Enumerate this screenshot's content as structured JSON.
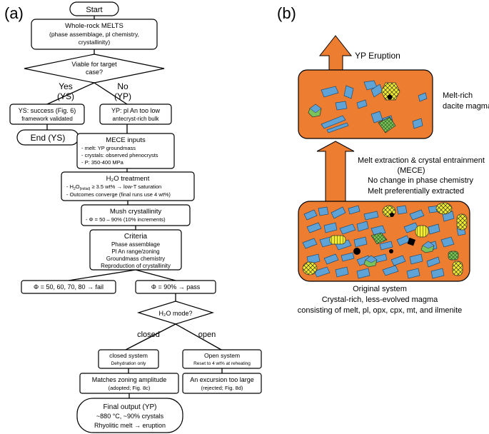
{
  "panel_a": {
    "label": "(a)",
    "start": "Start",
    "whole_rock": [
      "Whole-rock MELTS",
      "(phase assemblage, pl chemistry,",
      "crystallinity)"
    ],
    "decision": [
      "Viable for target",
      "case?"
    ],
    "yes_label": [
      "Yes",
      "(YS)"
    ],
    "no_label": [
      "No",
      "(YP)"
    ],
    "ys_box": [
      "YS: success (Fig. 6)",
      "framework validated"
    ],
    "end_ys": "End (YS)",
    "yp_box": [
      "YP: pl An too low",
      "antecryst-rich bulk"
    ],
    "mece_title": "MECE inputs",
    "mece_items": [
      "-     melt: YP groundmass",
      "-   crystals: observed phenocrysts",
      "-     P: 350-400 MPa"
    ],
    "h2o_title": "H₂O treatment",
    "h2o_item1_pre": "-     H",
    "h2o_item1_sub": "2",
    "h2o_item1_mid": "O",
    "h2o_item1_sub2": "(initial)",
    "h2o_item1_post": " ≥ 3.5 wt% → low-T saturation",
    "h2o_item2": "-  Outcomes converge (final runs use 4 wt%)",
    "mush_title": "Mush crystallinity",
    "mush_item": "-     Φ = 50 – 90% (10% increments)",
    "criteria_title": "Criteria",
    "criteria_items": [
      "Phase assemblage",
      "Pl An range/zoning",
      "Groundmass chemistry",
      "Reproduction of crystallinity"
    ],
    "fail_box": "Φ = 50, 60, 70, 80 → fail",
    "pass_box": "Φ = 90% → pass",
    "mode_decision": "H₂O mode?",
    "closed_label": "closed",
    "open_label": "open",
    "closed_box": [
      "closed system",
      "Dehydration only"
    ],
    "open_box": [
      "Open system",
      "Reset to 4 wt% at reheating"
    ],
    "matches_box": [
      "Matches zoning amplitude",
      "(adopted; Fig. 8c)"
    ],
    "excursion_box": [
      "An excursion too large",
      "(rejected; Fig. 8d)"
    ],
    "final_box": [
      "Final output (YP)",
      "~880 °C, ~90% crystals",
      "Rhyolitic melt → eruption"
    ]
  },
  "panel_b": {
    "label": "(b)",
    "eruption": "YP Eruption",
    "upper_label": [
      "Melt-rich",
      "dacite magma"
    ],
    "mece_label": [
      "Melt extraction & crystal entrainment",
      "(MECE)",
      "No change in phase chemistry",
      "Melt preferentially extracted"
    ],
    "original_label": [
      "Original system",
      "Crystal-rich, less-evolved magma",
      "consisting of melt, pl, opx, cpx, mt, and ilmenite"
    ],
    "colors": {
      "magma": "#ec7d31",
      "plagioclase": "#5fa3d6",
      "opx": "#f2ec2c",
      "cpx": "#7ac35a",
      "oxide": "#000000"
    }
  }
}
